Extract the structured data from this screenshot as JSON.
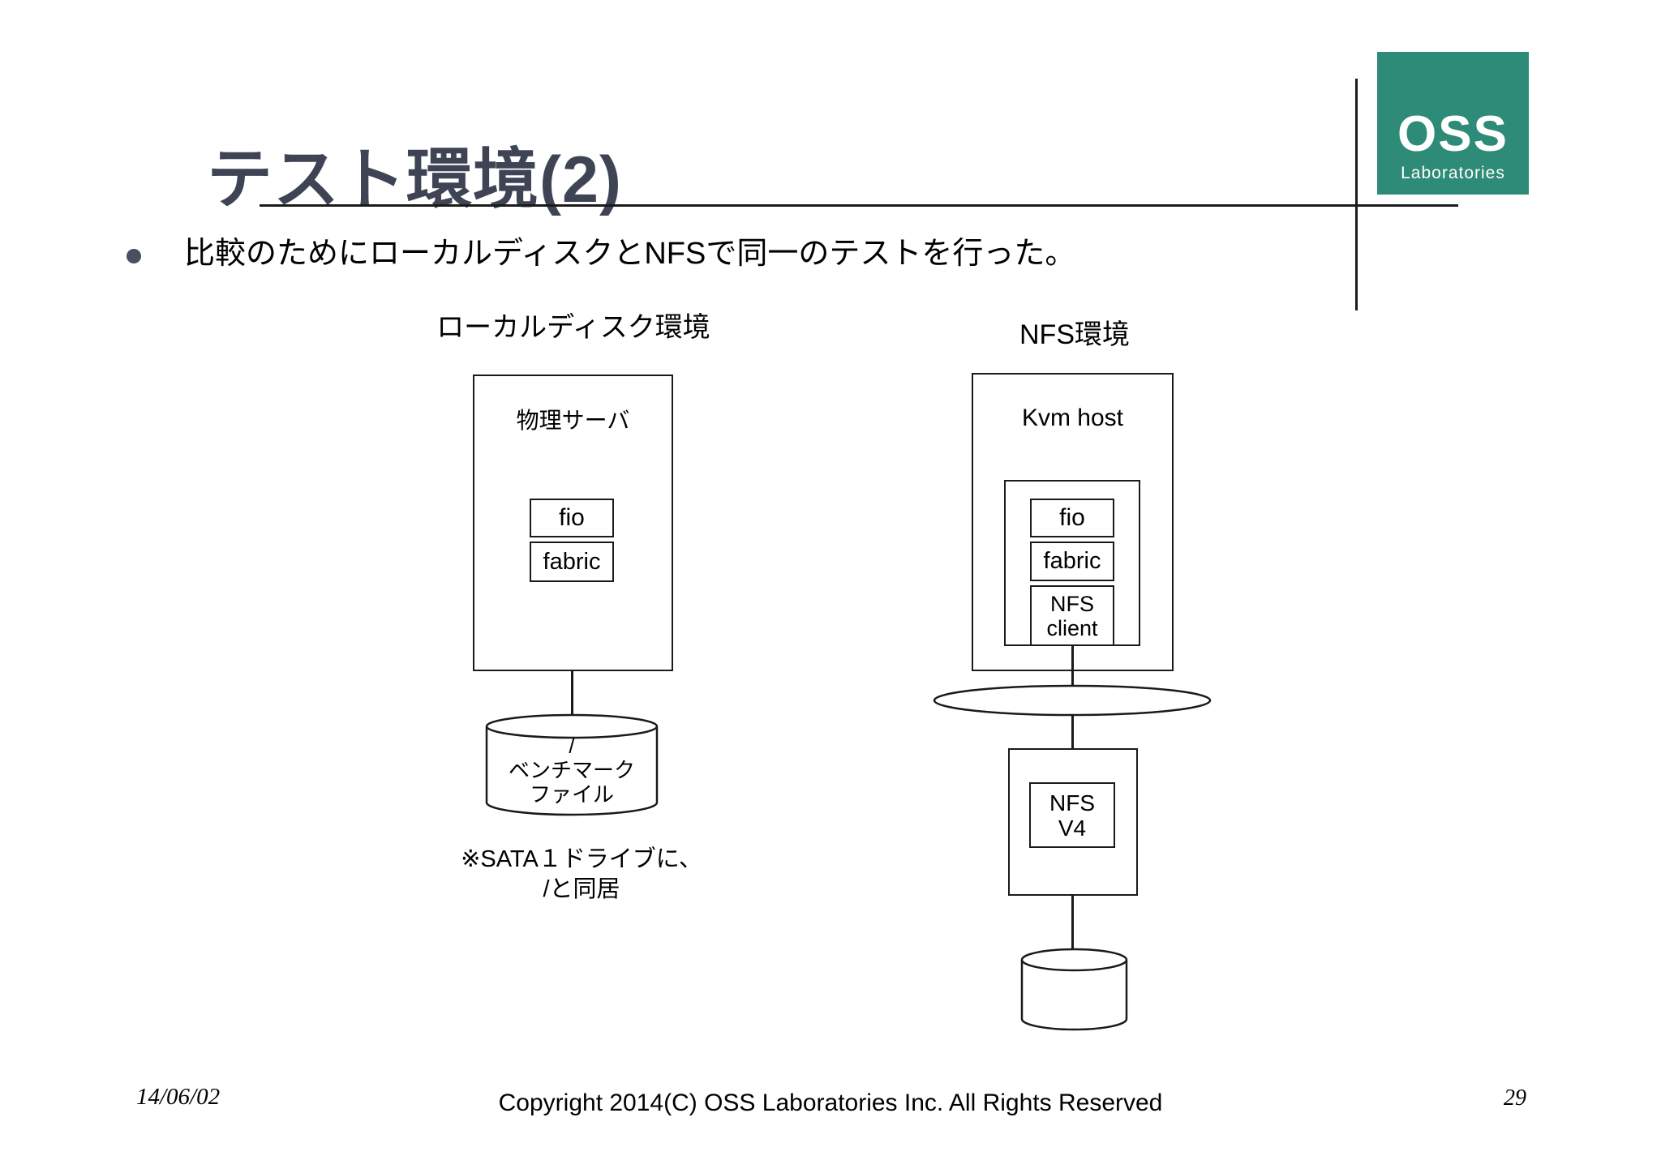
{
  "slide": {
    "title": "テスト環境(2)",
    "bullet": "比較のためにローカルディスクとNFSで同一のテストを行った。",
    "logo": {
      "name": "OSS",
      "sub": "Laboratories"
    },
    "footer": {
      "date": "14/06/02",
      "copyright": "Copyright 2014(C) OSS Laboratories Inc. All Rights Reserved",
      "page": "29"
    }
  },
  "diagram": {
    "local": {
      "label": "ローカルディスク環境",
      "server_label": "物理サーバ",
      "components": [
        "fio",
        "fabric"
      ],
      "disk_label": "/\nベンチマーク\nファイル",
      "note": "※SATA１ドライブに、\n/と同居"
    },
    "nfs": {
      "label": "NFS環境",
      "host_label": "Kvm host",
      "vm_components": [
        "fio",
        "fabric",
        "NFS\nclient"
      ],
      "server_component": "NFS\nV4"
    }
  },
  "colors": {
    "title_text": "#3f4455",
    "line": "#1a1a1a",
    "logo_green": "#2e8b77",
    "background": "#ffffff"
  }
}
